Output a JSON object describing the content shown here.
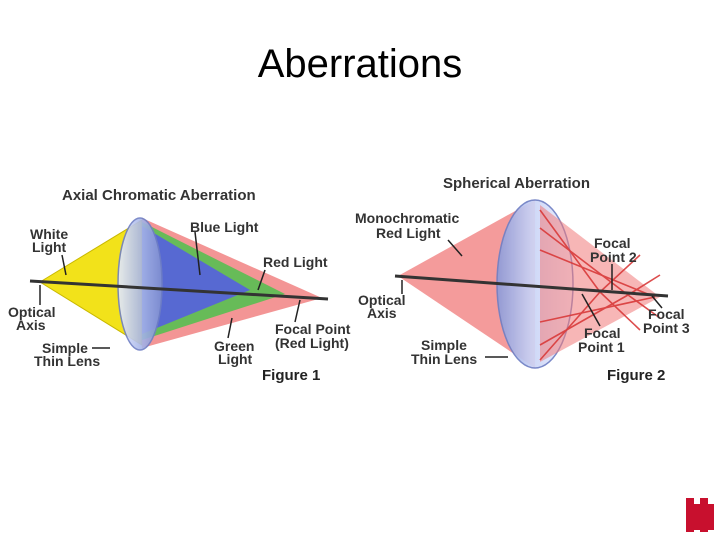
{
  "slide": {
    "title": "Aberrations"
  },
  "figure1": {
    "heading": "Axial Chromatic Aberration",
    "labels": {
      "white_light_1": "White",
      "white_light_2": "Light",
      "blue_light": "Blue Light",
      "red_light": "Red Light",
      "optical_axis_1": "Optical",
      "optical_axis_2": "Axis",
      "simple_lens_1": "Simple",
      "simple_lens_2": "Thin Lens",
      "green_light_1": "Green",
      "green_light_2": "Light",
      "focal_point_1": "Focal Point",
      "focal_point_2": "(Red Light)"
    },
    "caption": "Figure 1"
  },
  "figure2": {
    "heading": "Spherical Aberration",
    "labels": {
      "mono_1": "Monochromatic",
      "mono_2": "Red Light",
      "optical_axis_1": "Optical",
      "optical_axis_2": "Axis",
      "simple_lens_1": "Simple",
      "simple_lens_2": "Thin Lens",
      "fp2_1": "Focal",
      "fp2_2": "Point 2",
      "fp1_1": "Focal",
      "fp1_2": "Point 1",
      "fp3_1": "Focal",
      "fp3_2": "Point 3"
    },
    "caption": "Figure 2"
  },
  "colors": {
    "yellow": "#f2e21a",
    "red_light": "#f07a7a",
    "blue_light": "#5560e0",
    "green_light": "#4ec24e",
    "lens": "#b9c6ee",
    "logo_red": "#c8102e"
  }
}
